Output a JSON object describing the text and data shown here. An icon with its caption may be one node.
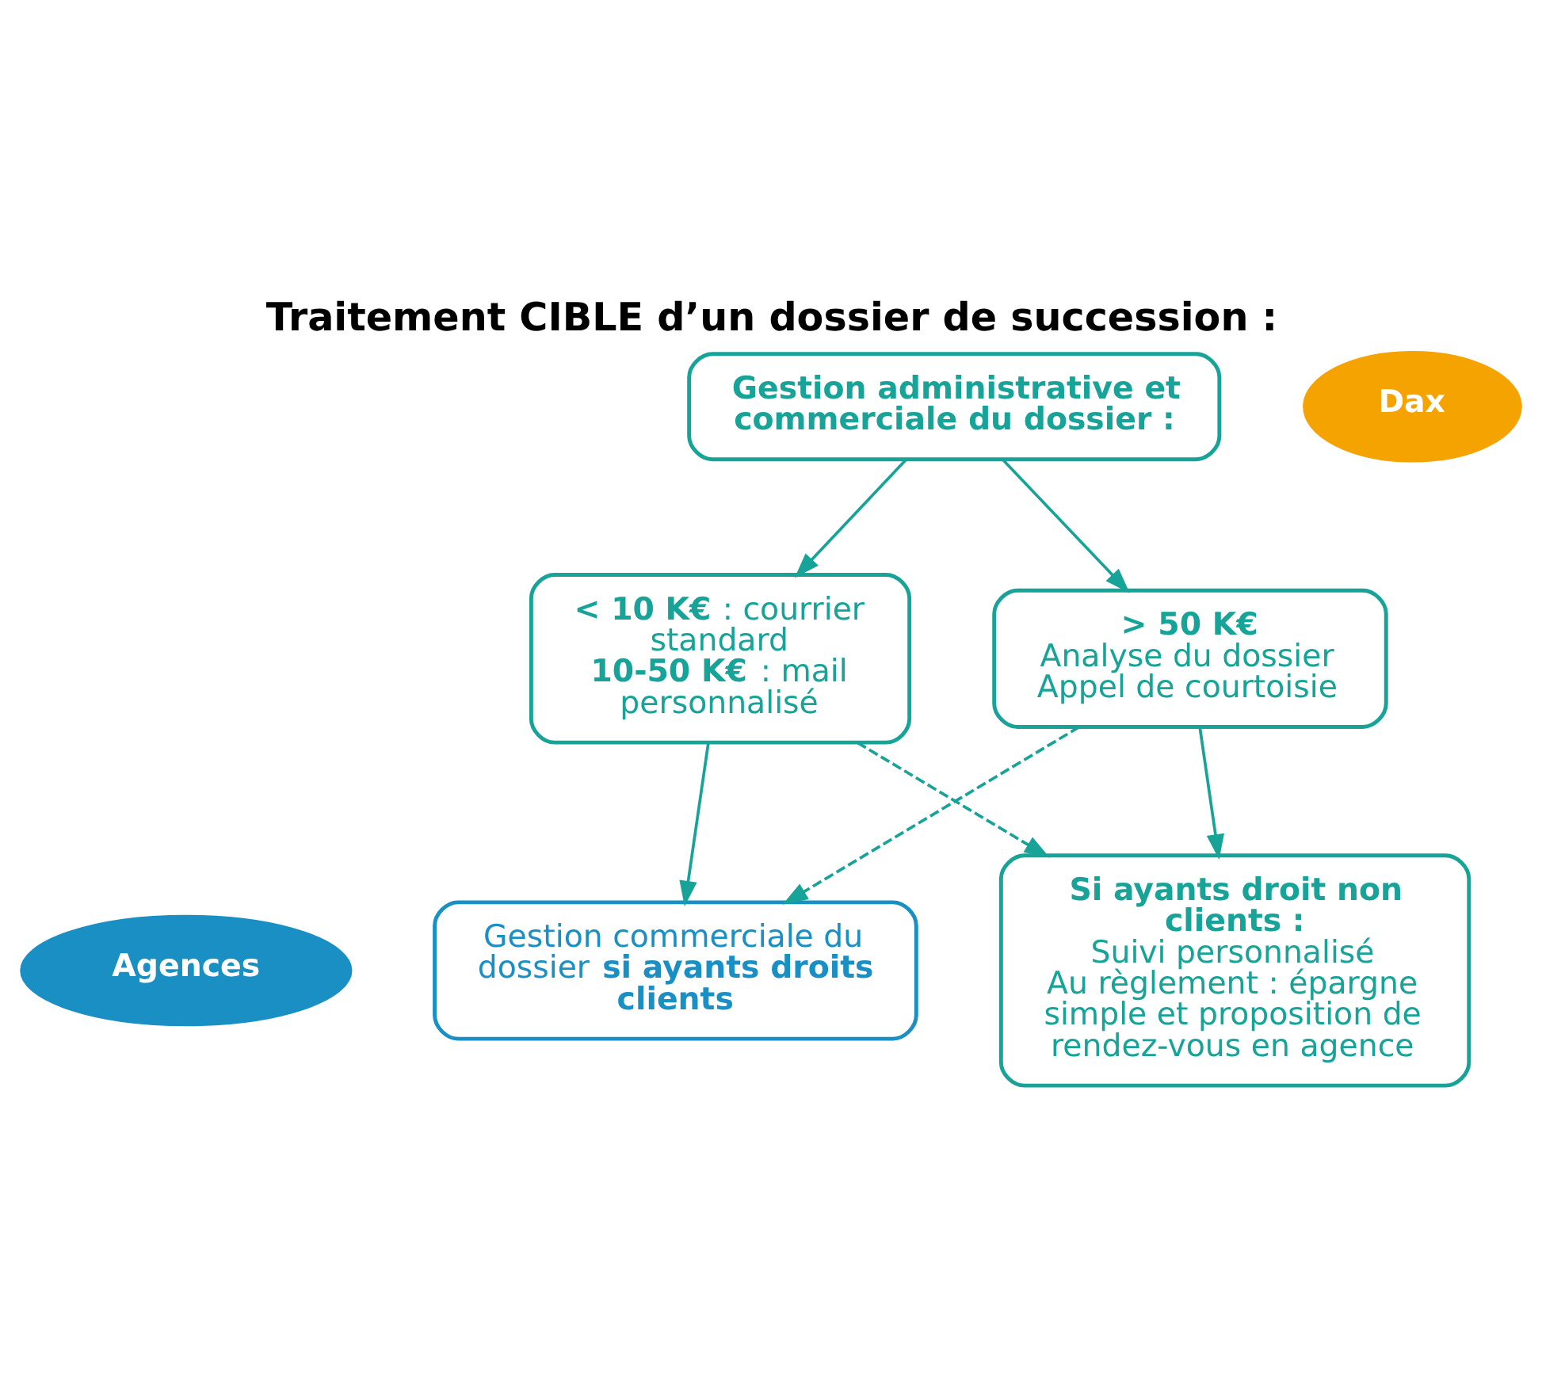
{
  "diagram": {
    "title": "Traitement CIBLE d’un dossier de succession :",
    "nodes": [
      {
        "text": [
          "Gestion administrative et commerciale du dossier :"
        ]
      },
      {
        "text": [
          "Dax"
        ]
      },
      {
        "text": [
          "**< 10 K€** : courrier standard",
          "**10-50 K€** : mail personnalisé"
        ]
      },
      {
        "text": [
          "**> 50 K€**",
          "Analyse du dossier",
          "Appel de courtoisie"
        ]
      },
      {
        "text": [
          "Agences"
        ]
      },
      {
        "text": [
          "Gestion commerciale du dossier **si ayants droits clients**"
        ]
      },
      {
        "text": [
          "**Si ayants droit non clients :**",
          "Suivi personnalisé",
          "Au règlement : épargne simple et proposition de rendez-vous en agence"
        ]
      }
    ],
    "edges": [
      {
        "from": 0,
        "to": 2,
        "arrow": "to"
      },
      {
        "from": 0,
        "to": 3,
        "arrow": "to"
      },
      {
        "from": 2,
        "to": 5,
        "arrow": "to"
      },
      {
        "from": 2,
        "to": 6,
        "arrow": "to",
        "style": "dashed"
      },
      {
        "from": 3,
        "to": 5,
        "arrow": "to",
        "style": "dashed"
      },
      {
        "from": 3,
        "to": 6,
        "arrow": "to"
      }
    ]
  }
}
